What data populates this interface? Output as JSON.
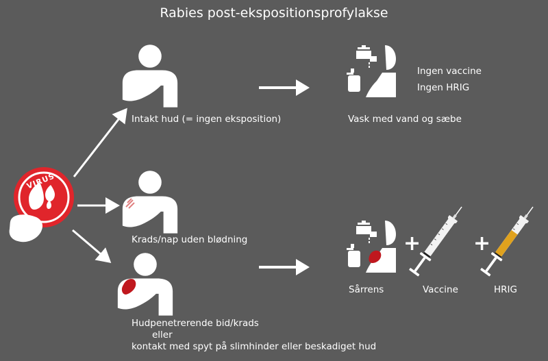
{
  "title": "Rabies post-ekspositionsprofylakse",
  "virus_badge": "VIRUS",
  "rows": {
    "top": {
      "condition": "Intakt hud (= ingen eksposition)",
      "action": "Vask med vand og sæbe",
      "outcome_line1": "Ingen vaccine",
      "outcome_line2": "Ingen HRIG"
    },
    "middle": {
      "condition": "Krads/nap uden blødning"
    },
    "bottom": {
      "condition_line1": "Hudpenetrerende bid/krads",
      "condition_line2": "eller",
      "condition_line3": "kontakt med spyt på slimhinder eller beskadiget hud",
      "step1": "Sårrens",
      "step2": "Vaccine",
      "step3": "HRIG",
      "plus": "+"
    }
  },
  "colors": {
    "background": "#5b5b5b",
    "foreground": "#ffffff",
    "badge_red": "#e0252b",
    "blood_red": "#c0181e",
    "hrig_fluid": "#e0a21e"
  }
}
